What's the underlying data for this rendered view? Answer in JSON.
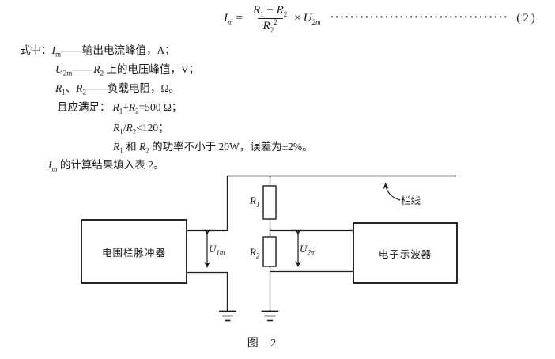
{
  "formula": {
    "I": "I",
    "I_sub": "m",
    "eq": "=",
    "num_R1": "R",
    "num_R1_sub": "1",
    "plus": "+",
    "num_R2": "R",
    "num_R2_sub": "2",
    "den_R": "R",
    "den_R_sub": "2",
    "den_R_sup": "2",
    "times": "×",
    "U": "U",
    "U_sub": "2m",
    "dots": "····································",
    "number": "(2)"
  },
  "definitions": {
    "line1": {
      "lead": "式中：",
      "v": "I",
      "sub": "m",
      "rest": "——输出电流峰值，A；"
    },
    "line2": {
      "v1": "U",
      "sub1": "2m",
      "dash": "——",
      "v2": "R",
      "sub2": "2",
      "rest": " 上的电压峰值，V；"
    },
    "line3": {
      "v1": "R",
      "sub1": "1",
      "sep": "、",
      "v2": "R",
      "sub2": "2",
      "rest": "——负载电阻，Ω。"
    },
    "line4": {
      "lead": "且应满足：",
      "v1": "R",
      "sub1": "1",
      "op": "+",
      "v2": "R",
      "sub2": "2",
      "rest": "=500 Ω；"
    },
    "line5": {
      "v1": "R",
      "sub1": "1",
      "op": "/",
      "v2": "R",
      "sub2": "2",
      "rest": "<120；"
    },
    "line6": {
      "v1": "R",
      "sub1": "1",
      "mid": " 和 ",
      "v2": "R",
      "sub2": "2",
      "rest": " 的功率不小于 20W，误差为±2%。"
    },
    "line7": {
      "v": "I",
      "sub": "m",
      "rest": " 的计算结果填入表 2。"
    }
  },
  "diagram": {
    "left_box_label": "电围栏脉冲器",
    "right_box_label": "电子示波器",
    "fence_label": "栏线",
    "r1_v": "R",
    "r1_sub": "1",
    "r2_v": "R",
    "r2_sub": "2",
    "u1m_v": "U",
    "u1m_sub": "1m",
    "u2m_v": "U",
    "u2m_sub": "2m"
  },
  "caption": "图 2",
  "colors": {
    "ink": "#1c1c1c",
    "paper": "#ffffff"
  }
}
